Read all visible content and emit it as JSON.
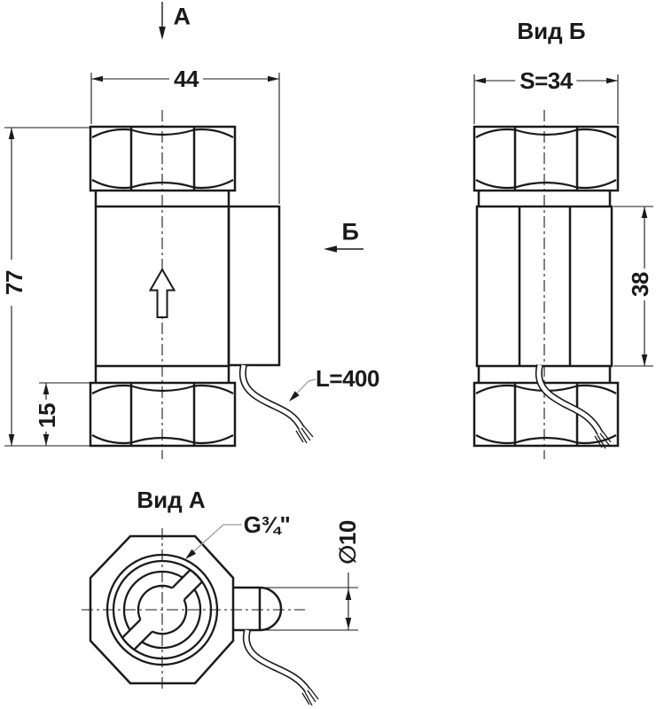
{
  "colors": {
    "line": "#1a1a1a",
    "leader": "#999999",
    "background": "#ffffff"
  },
  "views": {
    "front": {
      "direction_label_a": "А",
      "direction_label_b": "Б"
    },
    "side": {
      "title": "Вид Б"
    },
    "bottom": {
      "title": "Вид А"
    }
  },
  "dimensions": {
    "overall_width": "44",
    "overall_height": "77",
    "inlet_nut_height": "15",
    "across_flats": "S=34",
    "housing_height": "38",
    "cable_length": "L=400",
    "thread": "G¾\"",
    "boss_diameter": "∅10"
  }
}
